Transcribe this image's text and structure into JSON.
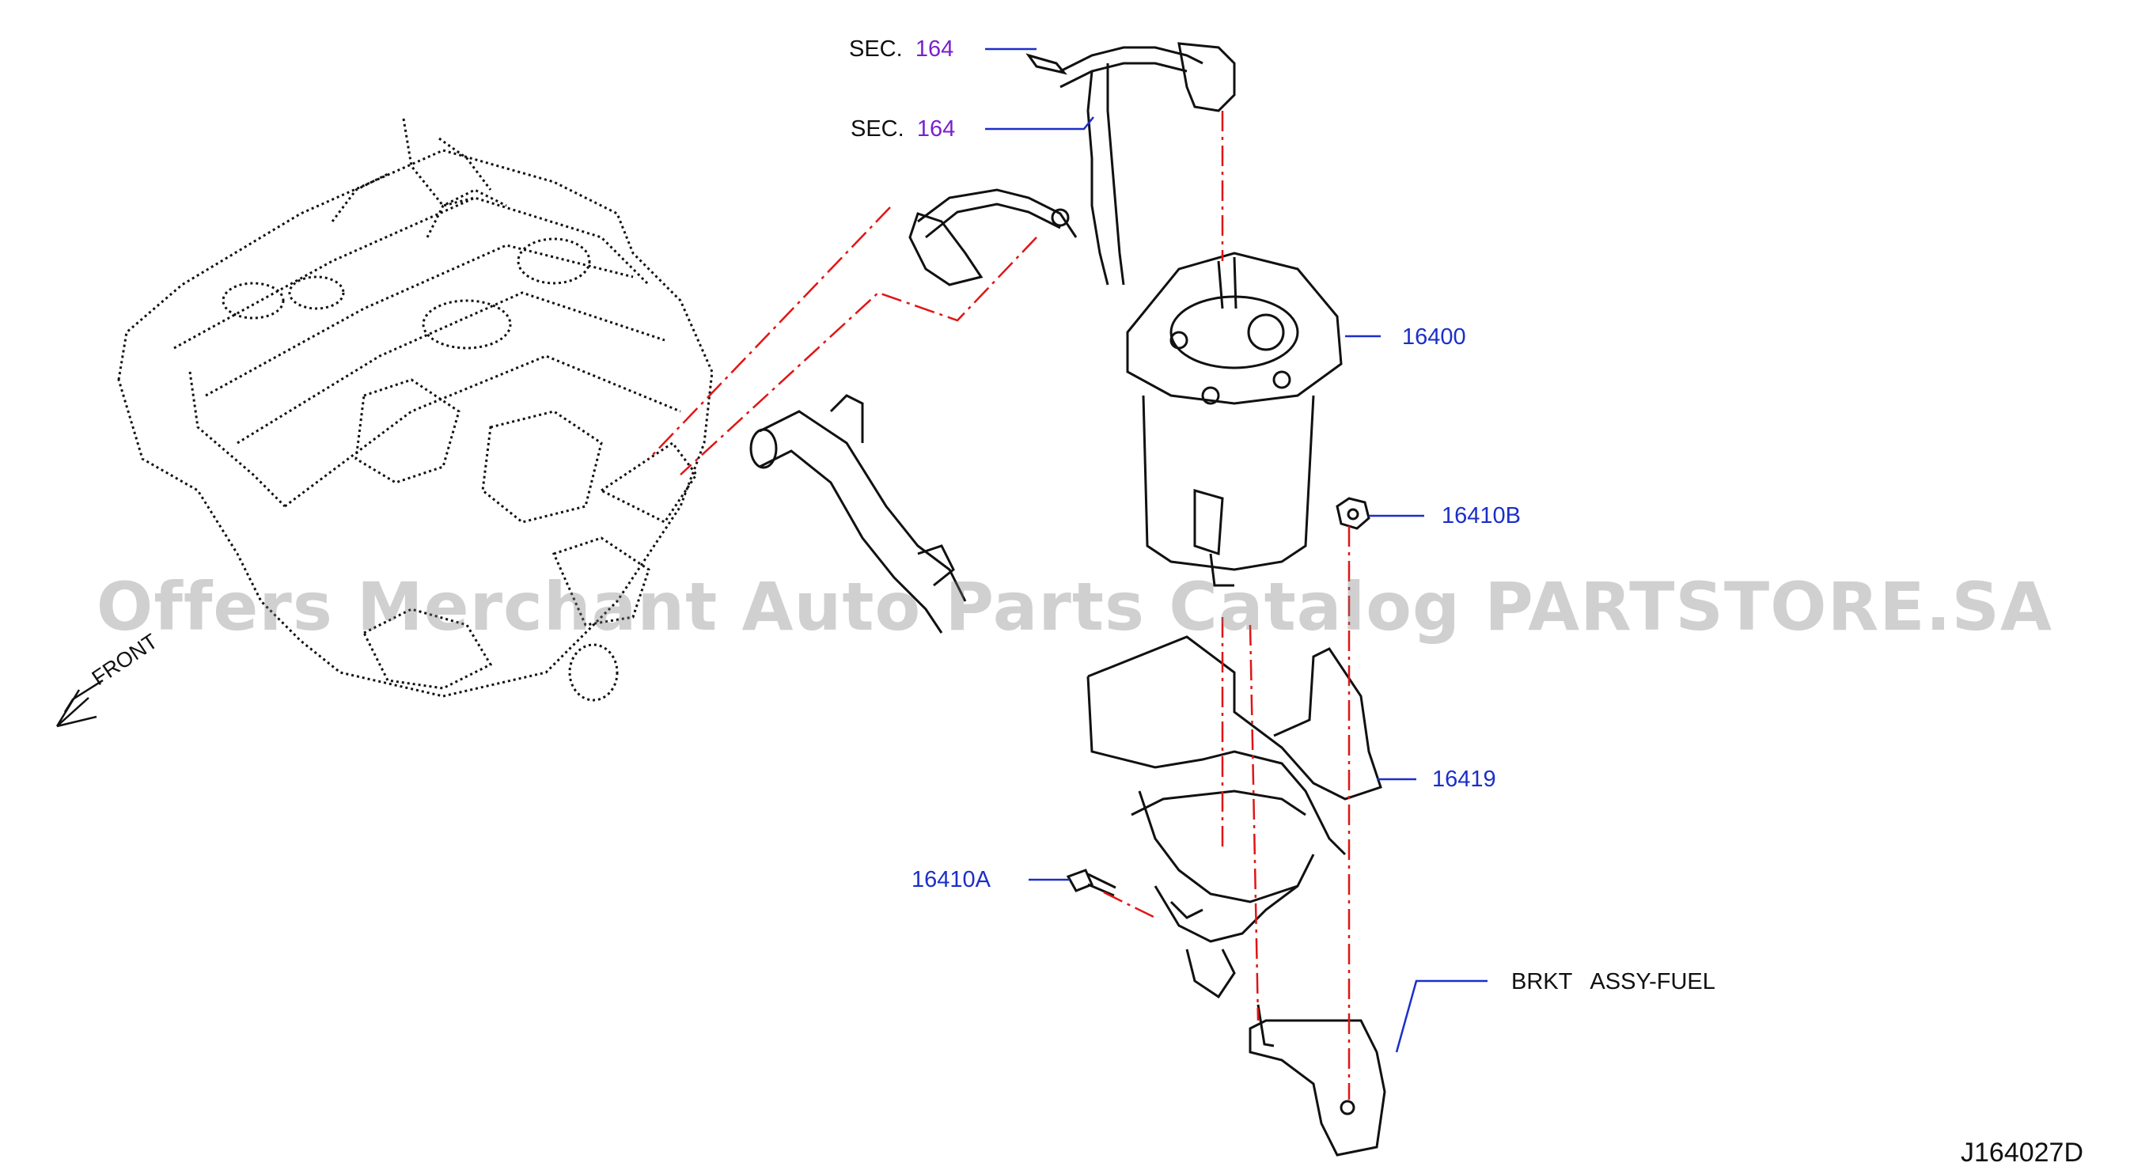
{
  "labels": {
    "sec_word": "SEC.",
    "sec_number": "164",
    "part_16400": "16400",
    "part_16410B": "16410B",
    "part_16419": "16419",
    "part_16410A": "16410A",
    "bracket": "BRKT   ASSY-FUEL",
    "front": "FRONT",
    "diagram_code": "J164027D"
  },
  "watermark": "Offers Merchant Auto Parts Catalog PARTSTORE.SA",
  "colors": {
    "leader": "#1b2fc8",
    "section_ref": "#7a20cc",
    "centerline": "#e01515",
    "drawing": "#000000"
  }
}
